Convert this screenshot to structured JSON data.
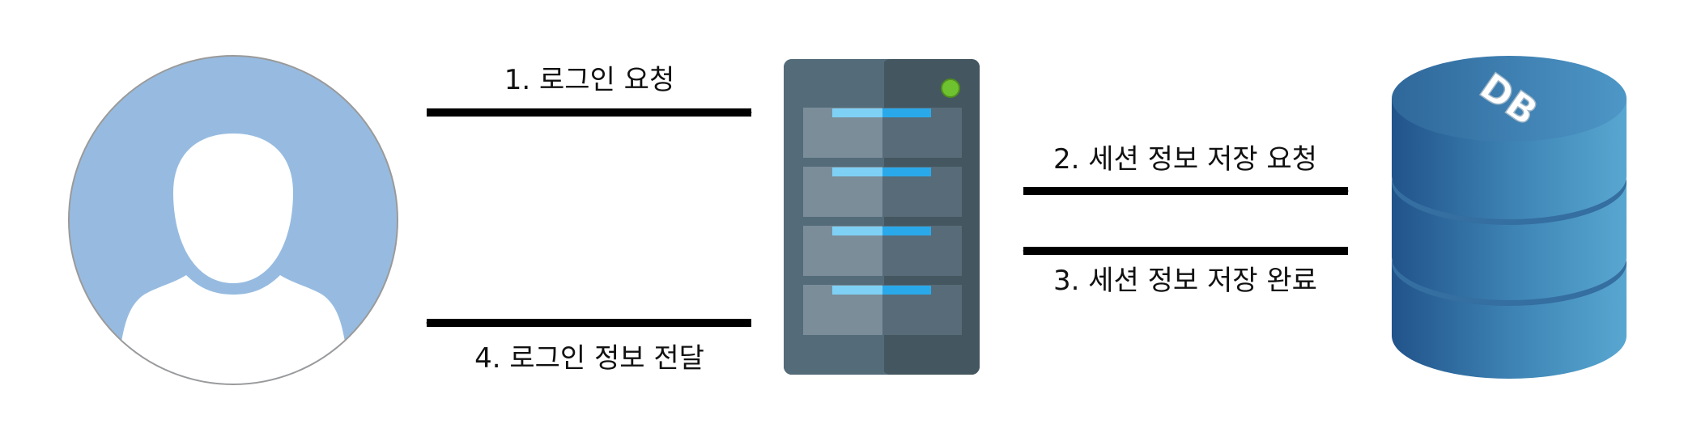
{
  "nodes": {
    "user": {
      "icon": "user-avatar-icon"
    },
    "server": {
      "icon": "server-rack-icon"
    },
    "database": {
      "icon": "database-cylinder-icon",
      "label": "DB"
    }
  },
  "edges": [
    {
      "label": "1. 로그인 요청",
      "from": "user",
      "to": "server"
    },
    {
      "label": "2. 세션 정보 저장 요청",
      "from": "server",
      "to": "database"
    },
    {
      "label": "3. 세션 정보 저장 완료",
      "from": "database",
      "to": "server"
    },
    {
      "label": "4. 로그인 정보 전달",
      "from": "server",
      "to": "user"
    }
  ],
  "colors": {
    "avatar_bg": "#97bbe0",
    "server_front": "#546b79",
    "server_side": "#44565f",
    "server_slot": "#7a8d99",
    "server_led": "#2aa9ea",
    "server_power": "#6fc22f",
    "db_dark": "#21538a",
    "db_light": "#58a7d1",
    "arrow": "#000000"
  }
}
